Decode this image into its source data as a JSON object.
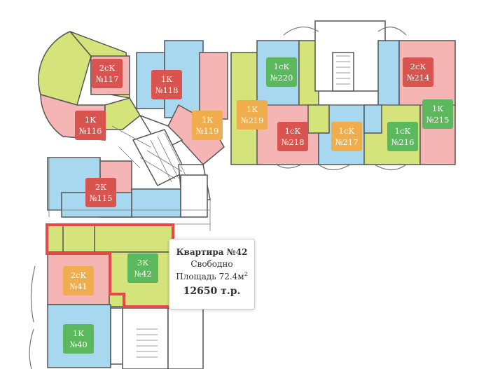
{
  "apartments": [
    {
      "type": "2сК",
      "num": "№117",
      "status": "red"
    },
    {
      "type": "1К",
      "num": "№118",
      "status": "red"
    },
    {
      "type": "1К",
      "num": "№116",
      "status": "red"
    },
    {
      "type": "1К",
      "num": "№119",
      "status": "orange"
    },
    {
      "type": "1сК",
      "num": "№220",
      "status": "green"
    },
    {
      "type": "2сК",
      "num": "№214",
      "status": "red"
    },
    {
      "type": "1К",
      "num": "№219",
      "status": "orange"
    },
    {
      "type": "1К",
      "num": "№215",
      "status": "green"
    },
    {
      "type": "1сК",
      "num": "№218",
      "status": "red"
    },
    {
      "type": "1сК",
      "num": "№217",
      "status": "orange"
    },
    {
      "type": "1сК",
      "num": "№216",
      "status": "green"
    },
    {
      "type": "2К",
      "num": "№115",
      "status": "red"
    },
    {
      "type": "3К",
      "num": "№42",
      "status": "green"
    },
    {
      "type": "2сК",
      "num": "№41",
      "status": "orange"
    },
    {
      "type": "1К",
      "num": "№40",
      "status": "green"
    }
  ],
  "tooltip": {
    "title": "Квартира №42",
    "status": "Свободно",
    "area_label": "Площадь 72.4м",
    "area_sup": "2",
    "price": "12650 т.р."
  },
  "colors": {
    "red": "#d9534f",
    "orange": "#f0ad4e",
    "green": "#5cb85c",
    "room_pink": "#f5b5b5",
    "room_blue": "#a8d8f0",
    "room_lime": "#d4e37a",
    "wall": "#555555",
    "highlight": "#e8474a"
  }
}
